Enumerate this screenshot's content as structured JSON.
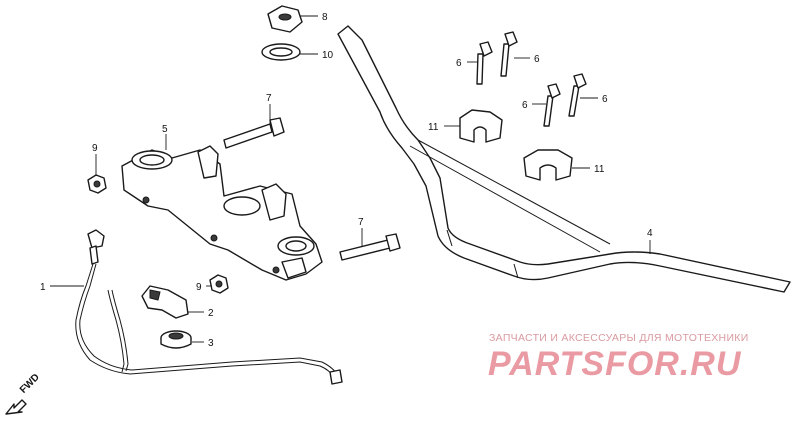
{
  "labels": {
    "ref_1": "1",
    "ref_2": "2",
    "ref_3": "3",
    "ref_4": "4",
    "ref_5": "5",
    "ref_6a": "6",
    "ref_6b": "6",
    "ref_6c": "6",
    "ref_6d": "6",
    "ref_7a": "7",
    "ref_7b": "7",
    "ref_8": "8",
    "ref_9a": "9",
    "ref_9b": "9",
    "ref_10": "10",
    "ref_11a": "11",
    "ref_11b": "11",
    "fwd": "FWD"
  },
  "watermark": {
    "caption": "ЗАПЧАСТИ И АКСЕССУАРЫ ДЛЯ МОТОТЕХНИКИ",
    "logo": "PARTSFOR.RU"
  }
}
